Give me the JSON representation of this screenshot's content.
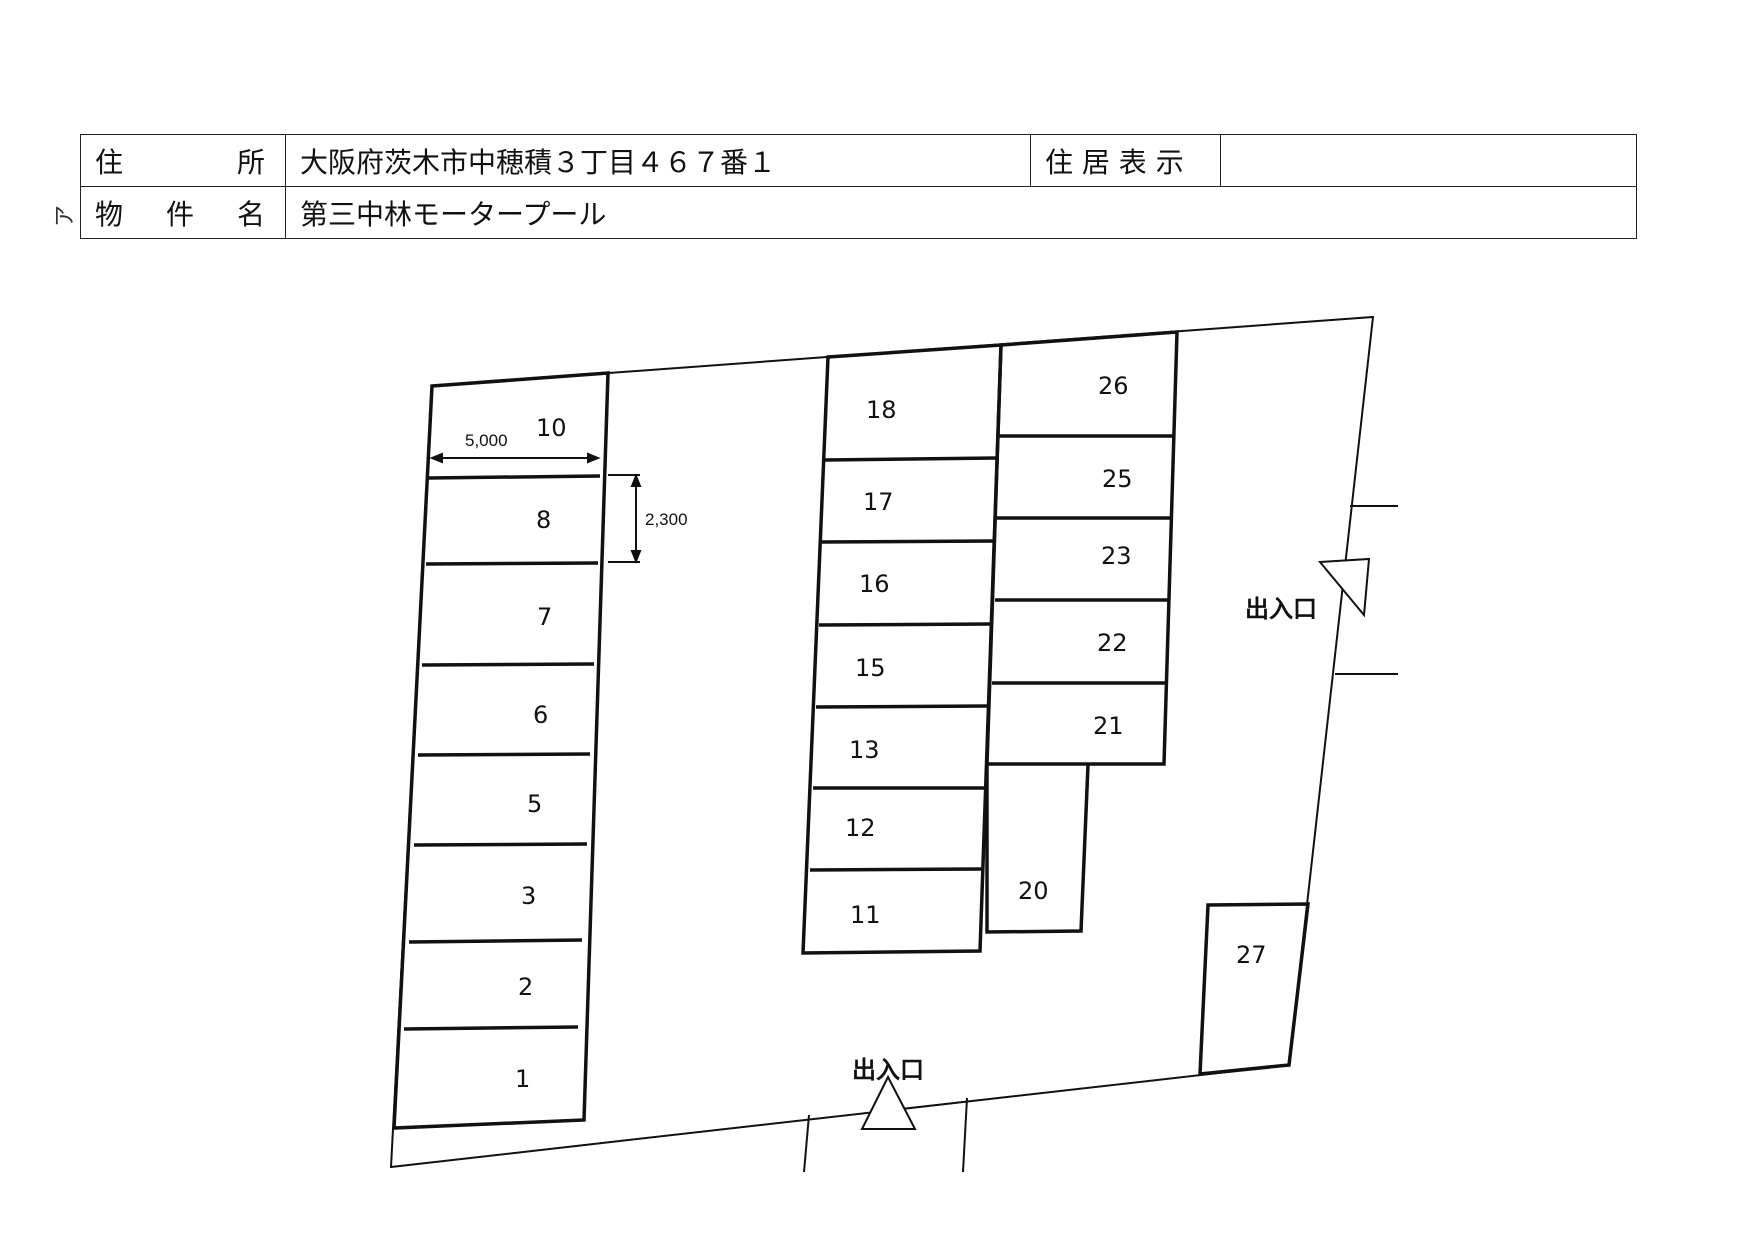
{
  "header": {
    "address_label": [
      "住",
      "所"
    ],
    "address_value": "大阪府茨木市中穂積３丁目４６７番１",
    "residence_label": "住 居 表 示",
    "residence_value": "",
    "property_label": [
      "物",
      "件",
      "名"
    ],
    "property_value": "第三中林モータープール"
  },
  "margin_mark": "ア",
  "plan": {
    "dimension_width": "5,000",
    "dimension_depth": "2,300",
    "entrance_label": "出入口",
    "spaces_left": [
      "10",
      "8",
      "7",
      "6",
      "5",
      "3",
      "2",
      "1"
    ],
    "spaces_middle": [
      "18",
      "17",
      "16",
      "15",
      "13",
      "12",
      "11"
    ],
    "spaces_right": [
      "26",
      "25",
      "23",
      "22",
      "21",
      "20"
    ],
    "space_extra": "27"
  }
}
